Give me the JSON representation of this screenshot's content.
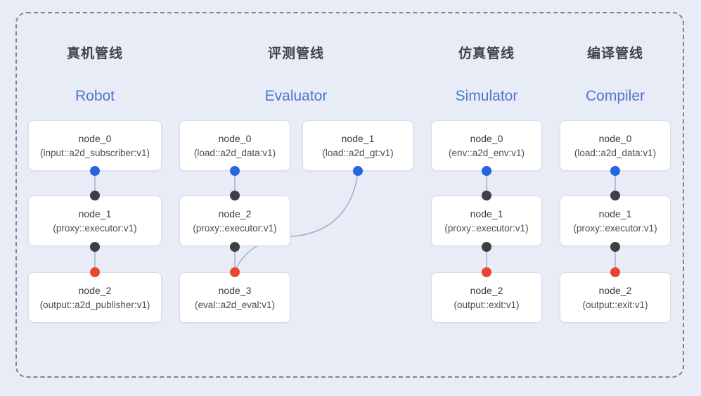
{
  "pipelines": [
    {
      "title_zh": "真机管线",
      "title_en": "Robot",
      "nodes": [
        {
          "name": "node_0",
          "type": "(input::a2d_subscriber:v1)"
        },
        {
          "name": "node_1",
          "type": "(proxy::executor:v1)"
        },
        {
          "name": "node_2",
          "type": "(output::a2d_publisher:v1)"
        }
      ]
    },
    {
      "title_zh": "评测管线",
      "title_en": "Evaluator",
      "nodes": [
        {
          "name": "node_0",
          "type": "(load::a2d_data:v1)"
        },
        {
          "name": "node_1",
          "type": "(load::a2d_gt:v1)"
        },
        {
          "name": "node_2",
          "type": "(proxy::executor:v1)"
        },
        {
          "name": "node_3",
          "type": "(eval::a2d_eval:v1)"
        }
      ]
    },
    {
      "title_zh": "仿真管线",
      "title_en": "Simulator",
      "nodes": [
        {
          "name": "node_0",
          "type": "(env::a2d_env:v1)"
        },
        {
          "name": "node_1",
          "type": "(proxy::executor:v1)"
        },
        {
          "name": "node_2",
          "type": "(output::exit:v1)"
        }
      ]
    },
    {
      "title_zh": "编译管线",
      "title_en": "Compiler",
      "nodes": [
        {
          "name": "node_0",
          "type": "(load::a2d_data:v1)"
        },
        {
          "name": "node_1",
          "type": "(proxy::executor:v1)"
        },
        {
          "name": "node_2",
          "type": "(output::exit:v1)"
        }
      ]
    }
  ],
  "colors": {
    "background": "#e8ecf7",
    "dashed_border": "#7f858f",
    "title_zh_text": "#3f444c",
    "title_en_blue": "#4c77cb",
    "node_border": "#d8dce4",
    "node_background": "#ffffff",
    "edge_gray": "#9ba5b7",
    "port_blue": "#2566e0",
    "port_dark": "#3c3f43",
    "port_red": "#e9452f"
  }
}
